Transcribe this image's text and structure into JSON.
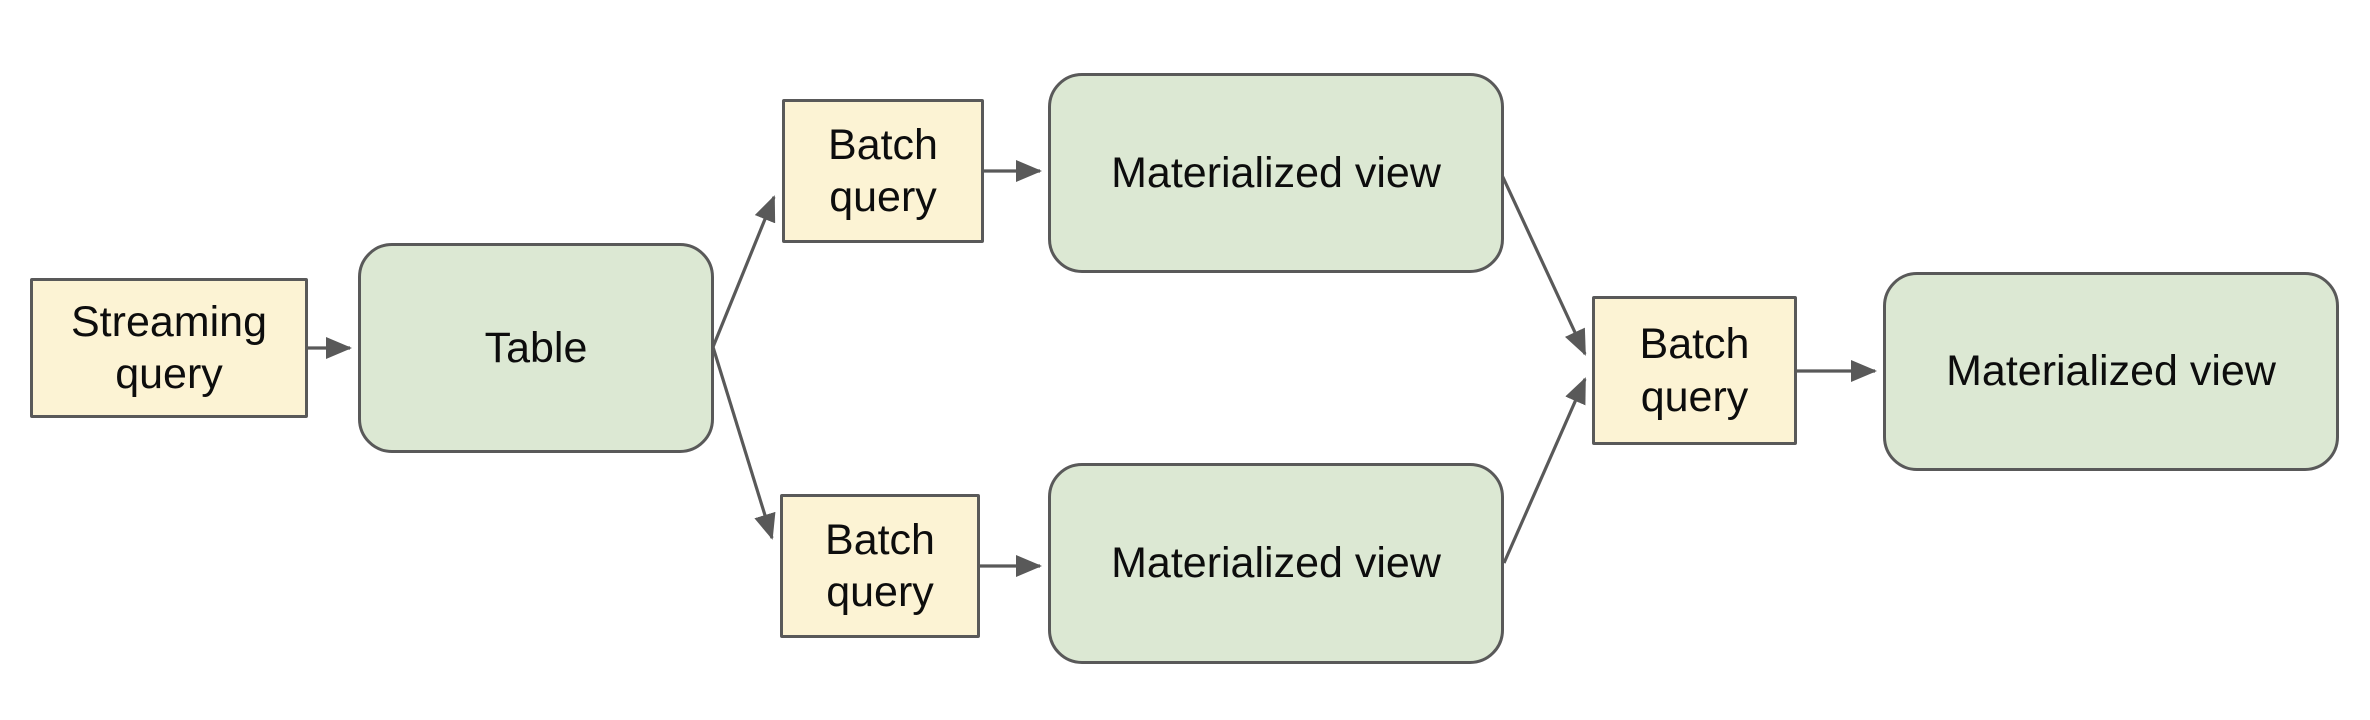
{
  "diagram": {
    "type": "flow-diagram",
    "colors": {
      "query_fill": "#fcf3d4",
      "table_fill": "#dce8d3",
      "border": "#595959",
      "arrow": "#595959",
      "text": "#0d0d0d",
      "canvas_bg": "#ffffff"
    },
    "nodes": {
      "streaming_query": {
        "label": "Streaming query",
        "shape": "rectangle",
        "style": "query"
      },
      "table": {
        "label": "Table",
        "shape": "rounded-rectangle",
        "style": "table"
      },
      "batch_query_top": {
        "label": "Batch query",
        "shape": "rectangle",
        "style": "query"
      },
      "materialized_view_top": {
        "label": "Materialized view",
        "shape": "rounded-rectangle",
        "style": "table"
      },
      "batch_query_bottom": {
        "label": "Batch query",
        "shape": "rectangle",
        "style": "query"
      },
      "materialized_view_bottom": {
        "label": "Materialized view",
        "shape": "rounded-rectangle",
        "style": "table"
      },
      "batch_query_final": {
        "label": "Batch query",
        "shape": "rectangle",
        "style": "query"
      },
      "materialized_view_final": {
        "label": "Materialized view",
        "shape": "rounded-rectangle",
        "style": "table"
      }
    },
    "edges": [
      {
        "from": "streaming_query",
        "to": "table"
      },
      {
        "from": "table",
        "to": "batch_query_top"
      },
      {
        "from": "table",
        "to": "batch_query_bottom"
      },
      {
        "from": "batch_query_top",
        "to": "materialized_view_top"
      },
      {
        "from": "batch_query_bottom",
        "to": "materialized_view_bottom"
      },
      {
        "from": "materialized_view_top",
        "to": "batch_query_final"
      },
      {
        "from": "materialized_view_bottom",
        "to": "batch_query_final"
      },
      {
        "from": "batch_query_final",
        "to": "materialized_view_final"
      }
    ]
  }
}
